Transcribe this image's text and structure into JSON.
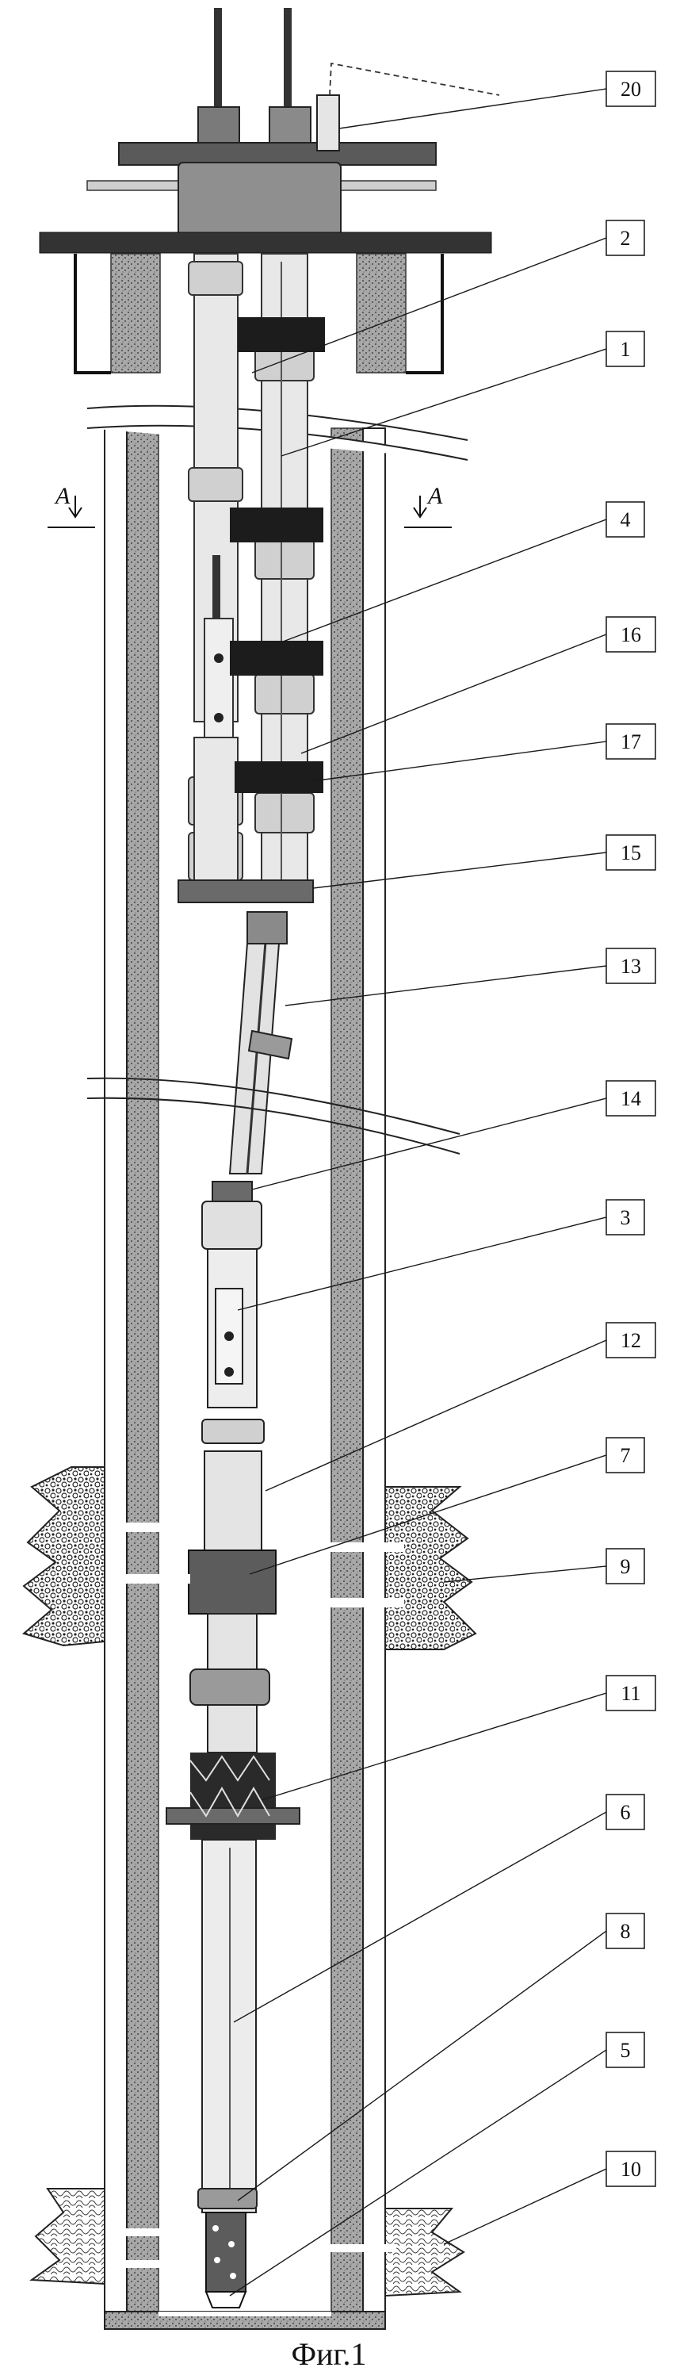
{
  "figure": {
    "caption": "Фиг.1",
    "section_marker": "A"
  },
  "callouts": [
    {
      "id": "20",
      "label": "20"
    },
    {
      "id": "2",
      "label": "2"
    },
    {
      "id": "1",
      "label": "1"
    },
    {
      "id": "4",
      "label": "4"
    },
    {
      "id": "16",
      "label": "16"
    },
    {
      "id": "17",
      "label": "17"
    },
    {
      "id": "15",
      "label": "15"
    },
    {
      "id": "13",
      "label": "13"
    },
    {
      "id": "14",
      "label": "14"
    },
    {
      "id": "3",
      "label": "3"
    },
    {
      "id": "12",
      "label": "12"
    },
    {
      "id": "7",
      "label": "7"
    },
    {
      "id": "9",
      "label": "9"
    },
    {
      "id": "11",
      "label": "11"
    },
    {
      "id": "6",
      "label": "6"
    },
    {
      "id": "8",
      "label": "8"
    },
    {
      "id": "5",
      "label": "5"
    },
    {
      "id": "10",
      "label": "10"
    }
  ],
  "colors": {
    "casing": "#4a4a4a",
    "casing_fill": "#9c9c9c",
    "packer": "#1c1c1c",
    "tubing": "#d8d8d8",
    "formation": "#5a5a5a"
  }
}
